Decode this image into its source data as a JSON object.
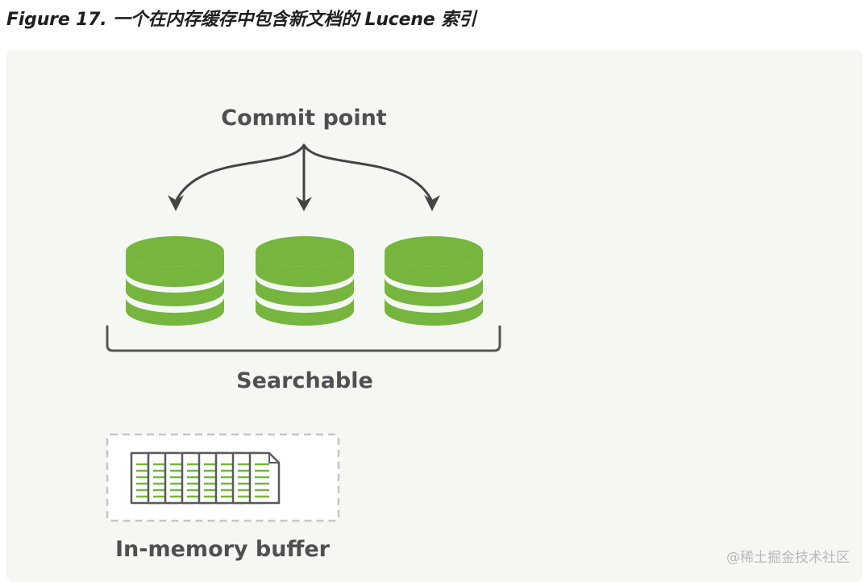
{
  "caption": "Figure 17. 一个在内存缓存中包含新文档的 Lucene 索引",
  "diagram": {
    "commit_label": "Commit point",
    "searchable_label": "Searchable",
    "buffer_label": "In-memory buffer",
    "segments": [
      "segment-1",
      "segment-2",
      "segment-3"
    ],
    "buffer_docs": 8
  },
  "colors": {
    "segment_green": "#76b53e",
    "doc_line_green": "#76b53e",
    "arrow_gray": "#444444",
    "label_gray": "#505050",
    "panel_bg": "#f5f7f3"
  },
  "watermark": "@稀土掘金技术社区"
}
